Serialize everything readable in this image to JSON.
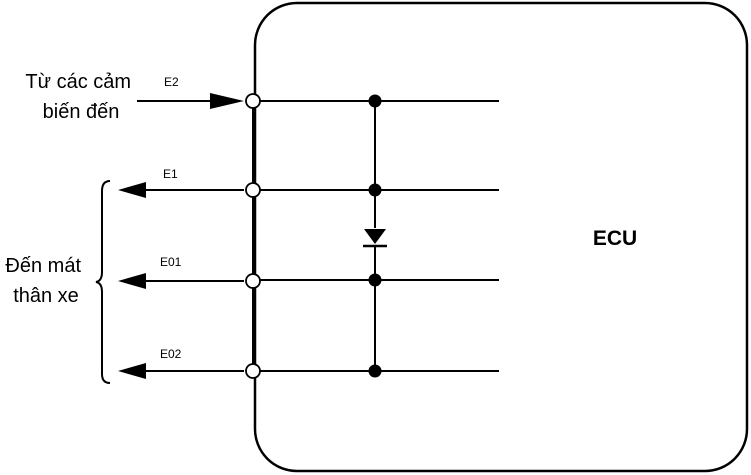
{
  "ecu_label": "ECU",
  "input_label": {
    "line1": "Từ các cảm",
    "line2": "biến đến"
  },
  "ground_label": {
    "line1": "Đến mát",
    "line2": "thân xe"
  },
  "pins": [
    {
      "id": "e2",
      "label": "E2",
      "direction": "in"
    },
    {
      "id": "e1",
      "label": "E1",
      "direction": "out"
    },
    {
      "id": "e01",
      "label": "E01",
      "direction": "out"
    },
    {
      "id": "e02",
      "label": "E02",
      "direction": "out"
    }
  ],
  "colors": {
    "line": "#000000",
    "background": "#ffffff"
  }
}
